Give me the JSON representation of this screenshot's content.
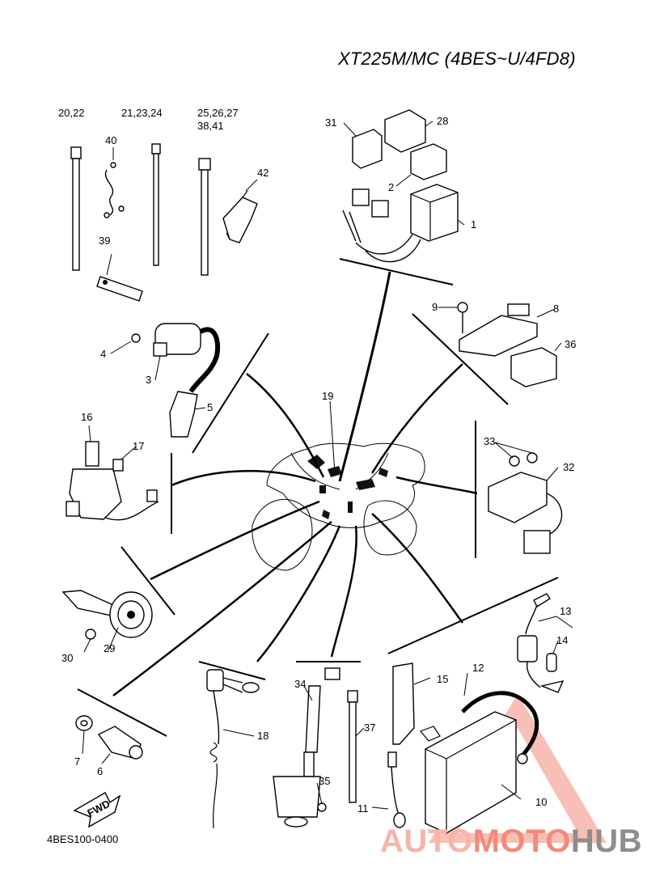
{
  "header": {
    "title": "XT225M/MC (4BES~U/4FD8)"
  },
  "footer": {
    "part_number": "4BES100-0400"
  },
  "watermark": {
    "brand_auto": "AUTO",
    "brand_moto": "MOTO",
    "brand_hub": "HUB",
    "accent": "#f28b7a",
    "light": "#f5b6a8",
    "gray": "#8d8d8d"
  },
  "labels": {
    "l1": "1",
    "l2": "2",
    "l3": "3",
    "l4": "4",
    "l5": "5",
    "l6": "6",
    "l7": "7",
    "l8": "8",
    "l9": "9",
    "l10": "10",
    "l11": "11",
    "l12": "12",
    "l13": "13",
    "l14": "14",
    "l15": "15",
    "l16": "16",
    "l17": "17",
    "l18": "18",
    "l19": "19",
    "l28": "28",
    "l29": "29",
    "l30": "30",
    "l31": "31",
    "l32": "32",
    "l33": "33",
    "l34": "34",
    "l35": "35",
    "l36": "36",
    "l37": "37",
    "l39": "39",
    "l40": "40",
    "l42": "42",
    "l20_22": "20,22",
    "l21_24": "21,23,24",
    "l25_27": "25,26,27",
    "l38_41": "38,41"
  },
  "fwd": "FWD"
}
